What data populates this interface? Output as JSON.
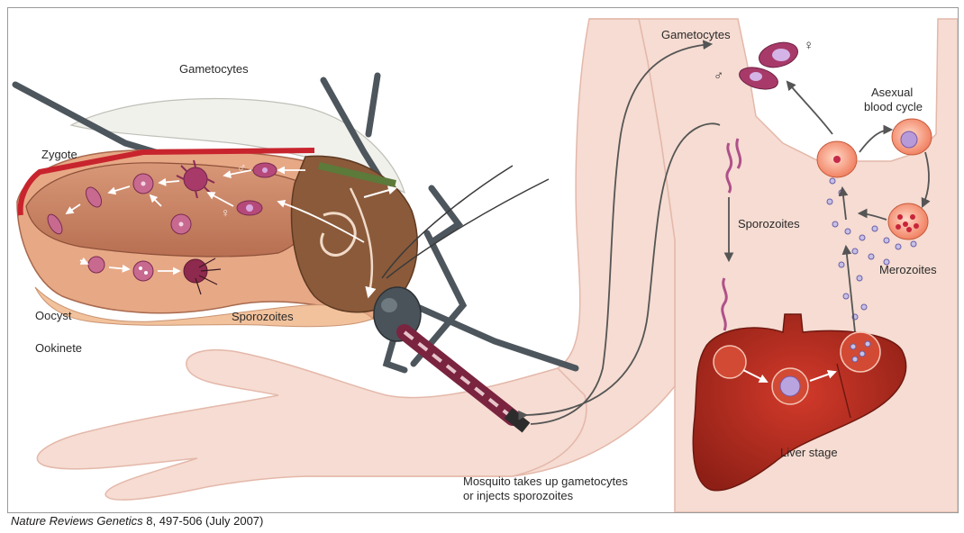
{
  "labels": {
    "gametocytes_mosquito": "Gametocytes",
    "zygote": "Zygote",
    "oocyst": "Oocyst",
    "ookinete": "Ookinete",
    "sporozoites_mosquito": "Sporozoites",
    "gametocytes_human": "Gametocytes",
    "male_symbol": "♂",
    "female_symbol": "♀",
    "asexual_line1": "Asexual",
    "asexual_line2": "blood cycle",
    "sporozoites_human": "Sporozoites",
    "merozoites": "Merozoites",
    "liver_stage": "Liver stage",
    "mosquito_caption_line1": "Mosquito takes up gametocytes",
    "mosquito_caption_line2": "or injects sporozoites"
  },
  "citation": {
    "journal": "Nature Reviews Genetics",
    "details": " 8, 497-506 (July 2007)"
  },
  "colors": {
    "skin": "#f6dcd2",
    "skin_edge": "#e7bdb0",
    "midgut": "#c9856a",
    "cell": "#b54a7a",
    "liver": "#a8261c",
    "mosquito_body": "#4a5359",
    "arrow": "#555555"
  }
}
